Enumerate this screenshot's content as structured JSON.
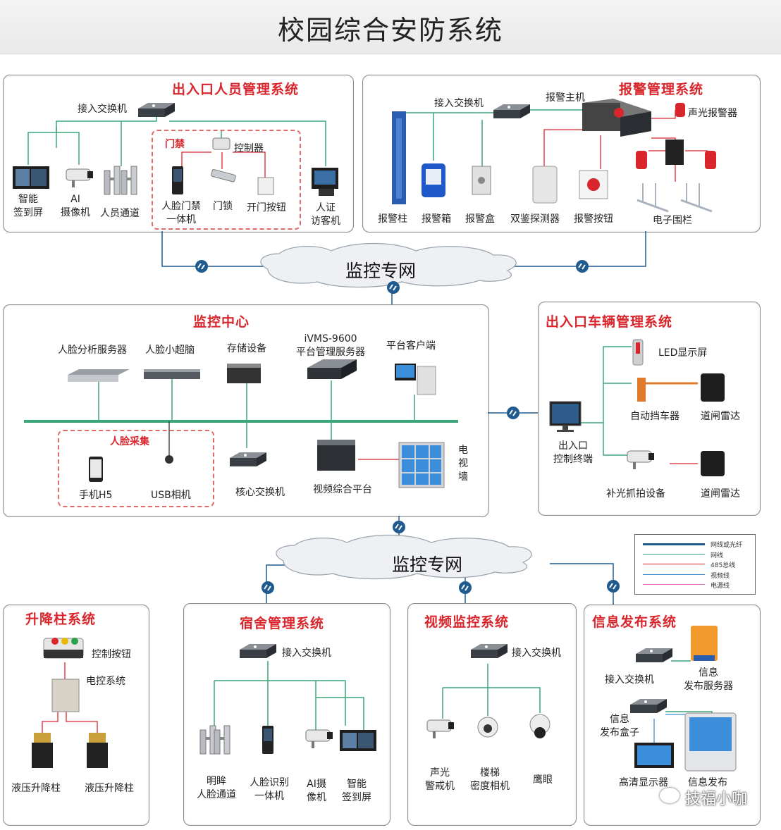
{
  "title": "校园综合安防系统",
  "network_label": "监控专网",
  "panels": {
    "entrance_people": {
      "title": "出入口人员管理系统",
      "switch": "接入交换机",
      "door_group": "门禁",
      "controller": "控制器",
      "devices": [
        "智能\n签到屏",
        "AI\n摄像机",
        "人员通道",
        "人脸门禁\n一体机",
        "门锁",
        "开门按钮",
        "人证\n访客机"
      ]
    },
    "alarm": {
      "title": "报警管理系统",
      "switch": "接入交换机",
      "host": "报警主机",
      "siren": "声光报警器",
      "devices": [
        "报警柱",
        "报警箱",
        "报警盒",
        "双鉴探测器",
        "报警按钮",
        "电子围栏"
      ]
    },
    "monitor_center": {
      "title": "监控中心",
      "top_devices": [
        "人脸分析服务器",
        "人脸小超脑",
        "存储设备",
        "iVMS-9600\n平台管理服务器",
        "平台客户端"
      ],
      "face_group": "人脸采集",
      "bottom_devices": [
        "手机H5",
        "USB相机",
        "核心交换机",
        "视频综合平台",
        "电\n视\n墙"
      ]
    },
    "vehicle": {
      "title": "出入口车辆管理系统",
      "devices": [
        "LED显示屏",
        "自动挡车器",
        "道闸雷达",
        "出入口\n控制终端",
        "补光抓拍设备",
        "道闸雷达"
      ]
    },
    "bollard": {
      "title": "升降柱系统",
      "devices": [
        "控制按钮",
        "电控系统",
        "液压升降柱",
        "液压升降柱"
      ]
    },
    "dorm": {
      "title": "宿舍管理系统",
      "switch": "接入交换机",
      "devices": [
        "明眸\n人脸通道",
        "人脸识别\n一体机",
        "AI摄\n像机",
        "智能\n签到屏"
      ]
    },
    "video": {
      "title": "视频监控系统",
      "switch": "接入交换机",
      "devices": [
        "声光\n警戒机",
        "楼梯\n密度相机",
        "鹰眼"
      ]
    },
    "info": {
      "title": "信息发布系统",
      "switch": "接入交换机",
      "server": "信息\n发布服务器",
      "box": "信息\n发布盒子",
      "devices": [
        "高清显示器",
        "信息发布"
      ]
    }
  },
  "legend": [
    "网线或光纤",
    "网线",
    "485总线",
    "视频线",
    "电源线"
  ],
  "legend_colors": [
    "#1f5b8f",
    "#3aa57a",
    "#d9262c",
    "#3c8edb",
    "#e57ad0"
  ],
  "watermark": "技福小咖"
}
